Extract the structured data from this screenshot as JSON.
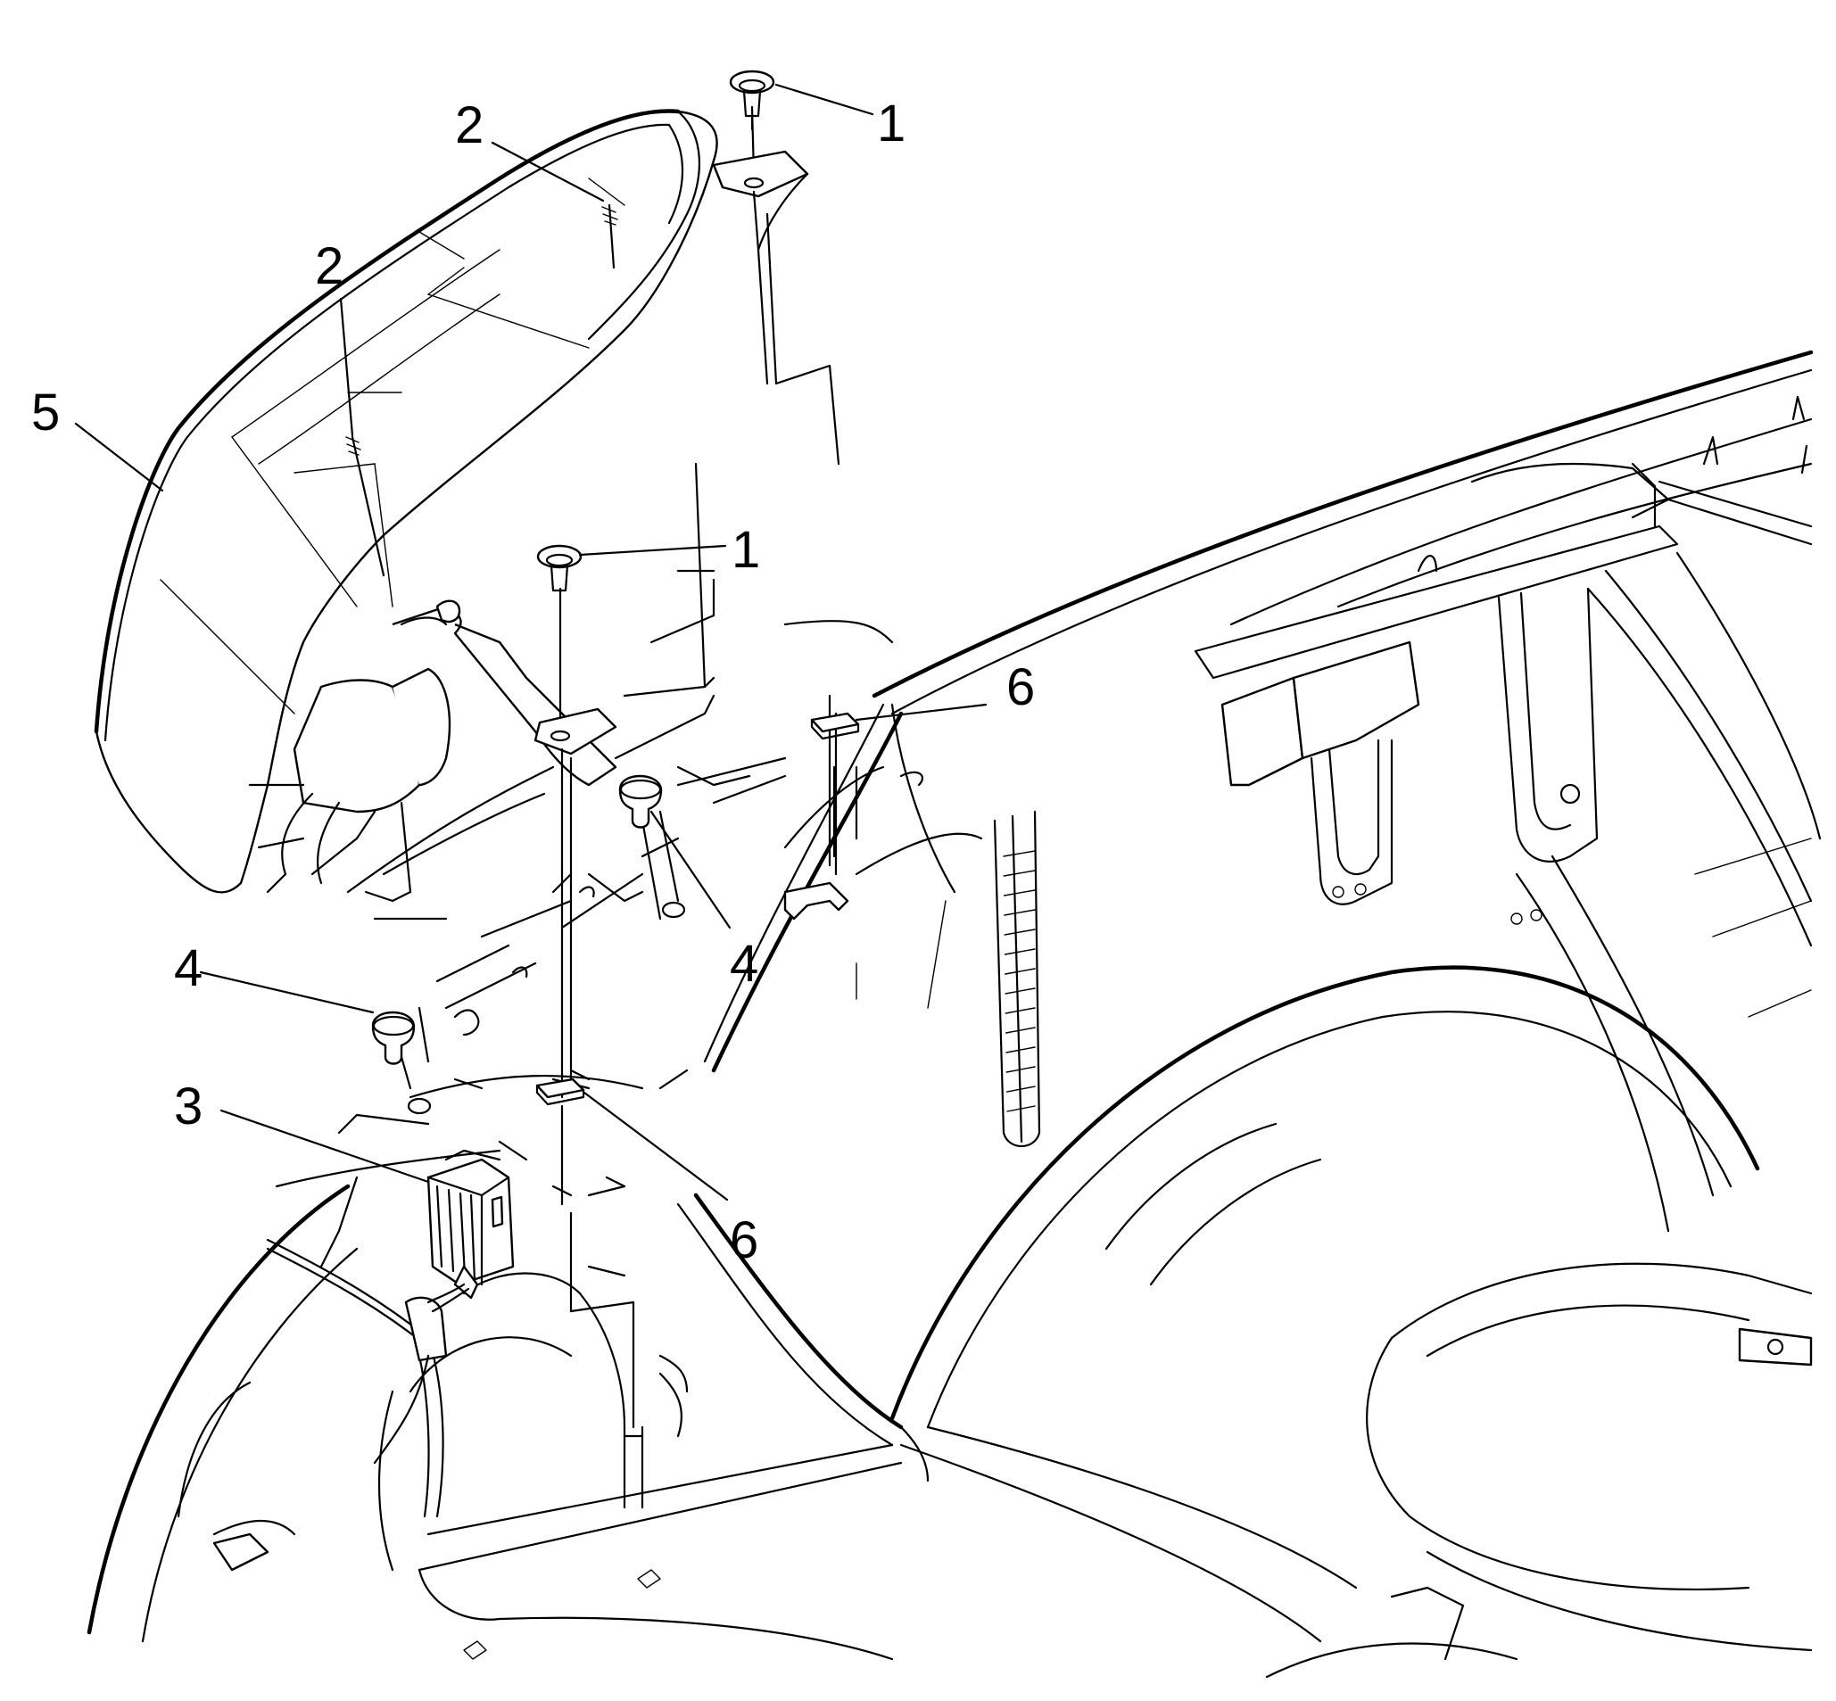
{
  "figure": {
    "description_visible_text_only": true,
    "callouts": [
      {
        "id": "c1a",
        "label": "1"
      },
      {
        "id": "c1b",
        "label": "1"
      },
      {
        "id": "c2a",
        "label": "2"
      },
      {
        "id": "c2b",
        "label": "2"
      },
      {
        "id": "c3",
        "label": "3"
      },
      {
        "id": "c4a",
        "label": "4"
      },
      {
        "id": "c4b",
        "label": "4"
      },
      {
        "id": "c5",
        "label": "5"
      },
      {
        "id": "c6a",
        "label": "6"
      },
      {
        "id": "c6b",
        "label": "6"
      }
    ]
  },
  "colors": {
    "ink": "#000000",
    "paper": "#ffffff"
  }
}
